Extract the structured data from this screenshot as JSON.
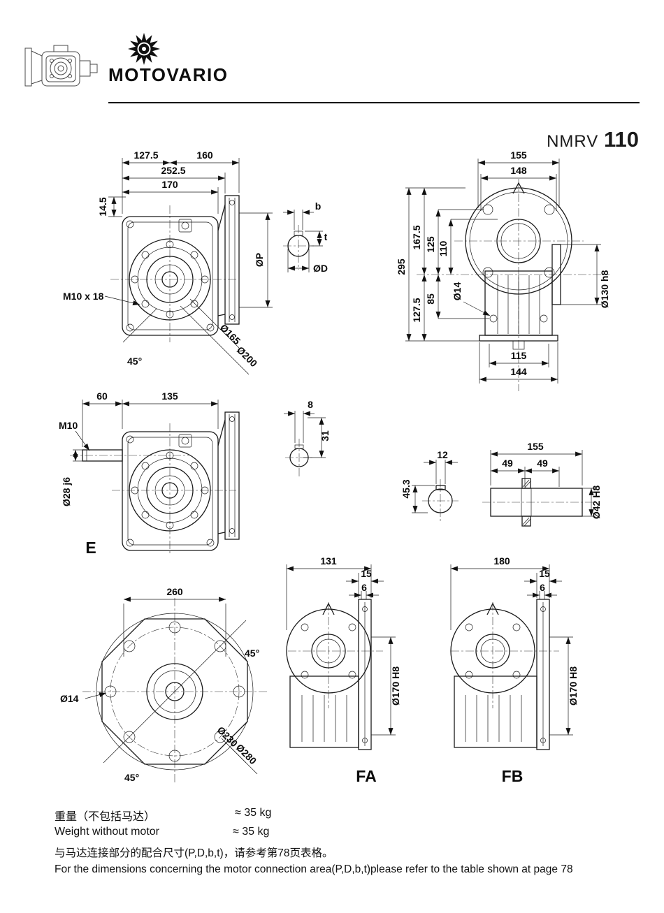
{
  "header": {
    "brand": "MOTOVARIO",
    "series": "NMRV",
    "size": "110"
  },
  "front": {
    "w1": "127.5",
    "w2": "160",
    "w3": "252.5",
    "w4": "170",
    "h1": "14.5",
    "thread": "M10 x 18",
    "angle": "45°",
    "d1": "Ø165",
    "d2": "Ø200",
    "p": "ØP",
    "b": "b",
    "t": "t",
    "d": "ØD"
  },
  "side": {
    "w1": "155",
    "w2": "148",
    "h1": "295",
    "h2": "167.5",
    "h3": "125",
    "h4": "110",
    "h5": "85",
    "h6": "127.5",
    "hole": "Ø14",
    "bore": "Ø130 h8",
    "w3": "115",
    "w4": "144"
  },
  "eview": {
    "w1": "60",
    "w2": "135",
    "thread": "M10",
    "shaft": "Ø28 j6",
    "k1": "8",
    "k2": "31",
    "label": "E"
  },
  "shaft2": {
    "k1": "12",
    "k2": "45.3",
    "w1": "155",
    "w2": "49",
    "w3": "49",
    "bore": "Ø42 H8"
  },
  "flange": {
    "w1": "260",
    "a1": "45°",
    "a2": "45°",
    "hole": "Ø14",
    "d1": "Ø230",
    "d2": "Ø280"
  },
  "fa": {
    "w1": "131",
    "w2": "15",
    "w3": "6",
    "bore": "Ø170 H8",
    "label": "FA"
  },
  "fb": {
    "w1": "180",
    "w2": "15",
    "w3": "6",
    "bore": "Ø170 H8",
    "label": "FB"
  },
  "footer": {
    "weight_cn_label": "重量（不包括马达）",
    "weight_cn_value": "≈ 35 kg",
    "weight_en_label": "Weight without motor",
    "weight_en_value": "≈ 35 kg",
    "note_cn": "与马达连接部分的配合尺寸(P,D,b,t)，请参考第78页表格。",
    "note_en": "For the dimensions concerning the motor connection area(P,D,b,t)please refer to the table shown at page 78"
  }
}
